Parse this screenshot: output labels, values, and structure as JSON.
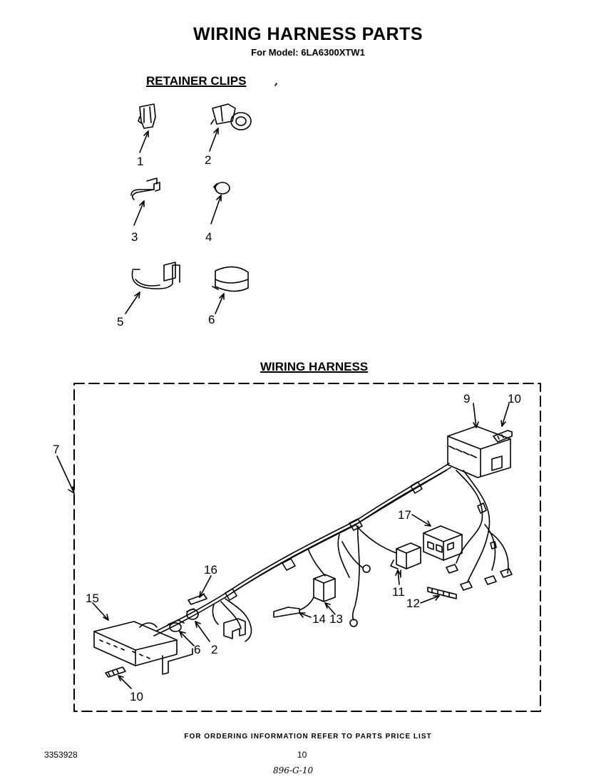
{
  "header": {
    "title": "WIRING HARNESS PARTS",
    "subtitle": "For Model: 6LA6300XTW1"
  },
  "sections": {
    "retainer_clips": "RETAINER CLIPS",
    "wiring_harness": "WIRING HARNESS"
  },
  "clip_labels": [
    "1",
    "2",
    "3",
    "4",
    "5",
    "6"
  ],
  "harness_labels": {
    "p7": "7",
    "p9": "9",
    "p10a": "10",
    "p17": "17",
    "p16": "16",
    "p15": "15",
    "p11": "11",
    "p12": "12",
    "p14": "14",
    "p13": "13",
    "p6": "6",
    "p2": "2",
    "p10b": "10"
  },
  "footer": {
    "notice": "FOR ORDERING INFORMATION REFER TO PARTS PRICE LIST",
    "doc_number": "3353928",
    "page_number": "10",
    "handwritten": "896-G-10"
  }
}
